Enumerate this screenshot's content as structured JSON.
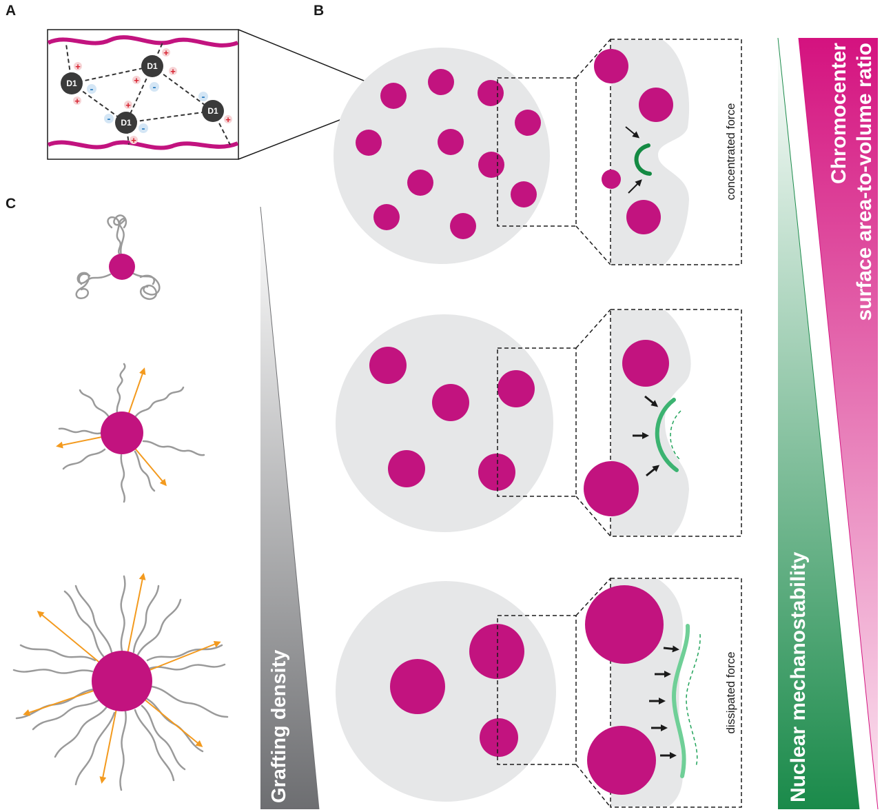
{
  "panels": {
    "a": "A",
    "b": "B",
    "c": "C"
  },
  "panel_a": {
    "node_label": "D1",
    "positive_sign": "+",
    "negative_sign": "-"
  },
  "panel_b": {
    "concentrated_label": "concentrated force",
    "dissipated_label": "dissipated force"
  },
  "scales": {
    "grafting": "Grafting density",
    "mechanostability": "Nuclear mechanostability",
    "chromocenter_line1": "Chromocenter",
    "chromocenter_line2": "surface area-to-volume ratio"
  },
  "colors": {
    "chromocenter": "#c2137f",
    "nucleus": "#e6e7e8",
    "membrane": "#21a35a",
    "force_arrow": "#f39a1e",
    "chain": "#9a9a9a",
    "grafting_dark": "#6d6e71",
    "mechano_dark": "#1a8a4a",
    "chromo_dark": "#d4127f"
  }
}
